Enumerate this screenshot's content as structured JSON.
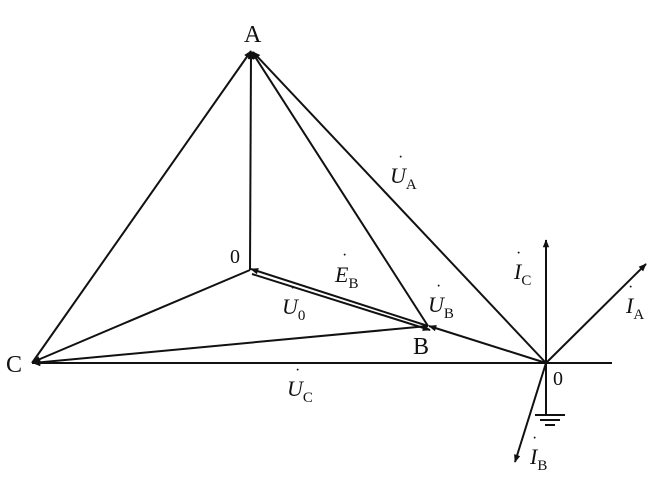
{
  "points": {
    "A": "A",
    "B": "B",
    "C": "C",
    "neutral_zero": "0",
    "ground_zero": "0"
  },
  "phasors": {
    "UA": {
      "symbol": "U",
      "subscript": "A"
    },
    "UB": {
      "symbol": "U",
      "subscript": "B"
    },
    "UC": {
      "symbol": "U",
      "subscript": "C"
    },
    "U0": {
      "symbol": "U",
      "subscript": "0"
    },
    "EB": {
      "symbol": "E",
      "subscript": "B"
    },
    "IA": {
      "symbol": "I",
      "subscript": "A"
    },
    "IB": {
      "symbol": "I",
      "subscript": "B"
    },
    "IC": {
      "symbol": "I",
      "subscript": "C"
    }
  }
}
